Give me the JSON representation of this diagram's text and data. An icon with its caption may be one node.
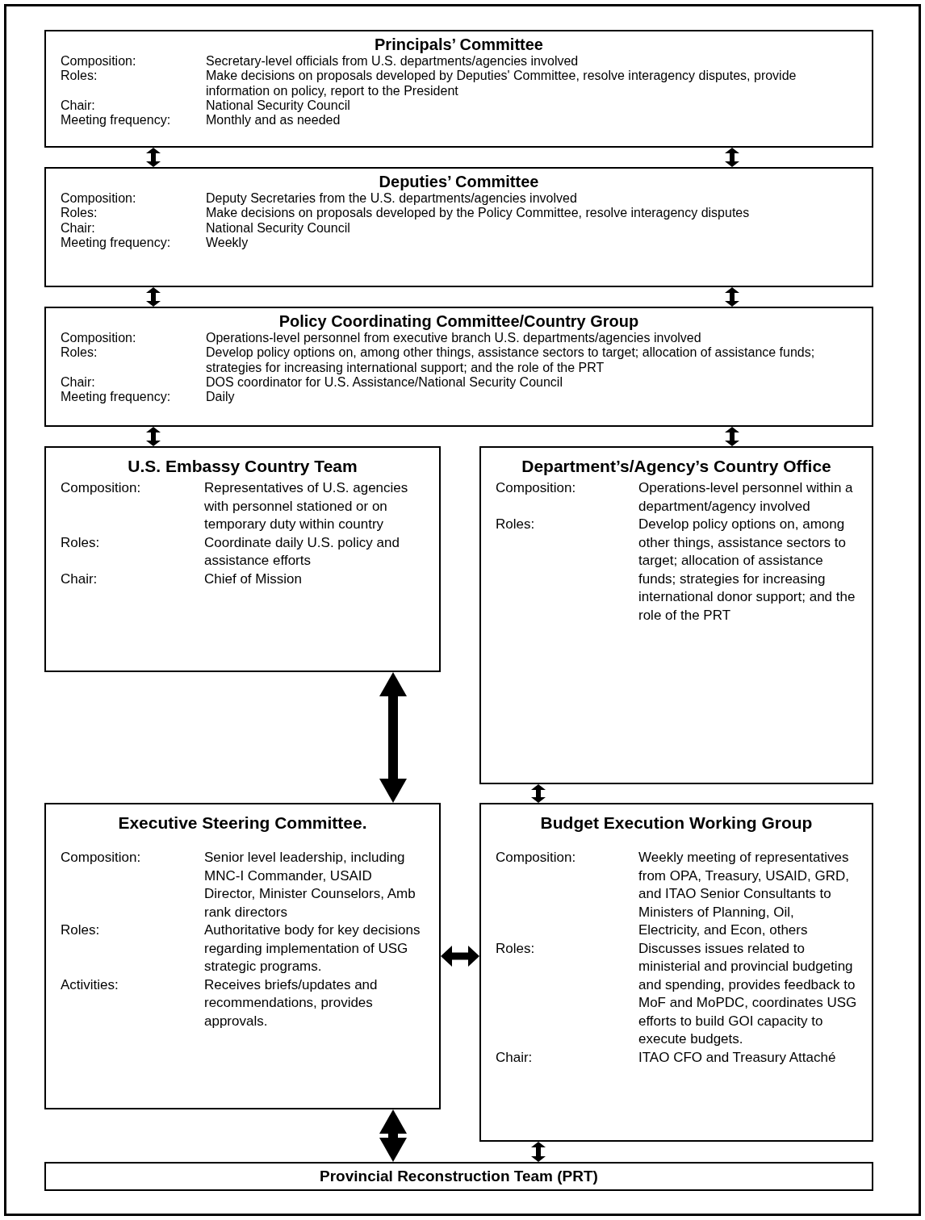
{
  "diagram": {
    "nodes": [
      {
        "text": [
          "Principals’ Committee",
          "Composition:",
          "Secretary-level officials from U.S. departments/agencies involved",
          "Roles:",
          "Make decisions on proposals developed by Deputies' Committee, resolve interagency disputes, provide information on policy, report to the President",
          "Chair:",
          "National Security Council",
          "Meeting frequency:",
          "Monthly and as needed"
        ]
      },
      {
        "text": [
          "Deputies’ Committee",
          "Composition:",
          "Deputy Secretaries from the U.S. departments/agencies involved",
          "Roles:",
          "Make decisions on proposals developed by the Policy Committee, resolve interagency disputes",
          "Chair:",
          "National Security Council",
          "Meeting frequency:",
          "Weekly"
        ]
      },
      {
        "text": [
          "Policy Coordinating Committee/Country Group",
          "Composition:",
          "Operations-level personnel from executive branch U.S. departments/agencies involved",
          "Roles:",
          "Develop policy options on, among other things, assistance sectors to target; allocation of assistance funds; strategies for increasing international support; and the role of the PRT",
          "Chair:",
          "DOS coordinator for U.S. Assistance/National Security Council",
          "Meeting frequency:",
          "Daily"
        ]
      },
      {
        "text": [
          "U.S. Embassy Country Team",
          "Composition:",
          "Representatives of U.S. agencies with personnel stationed or on temporary duty within country",
          "Roles:",
          "Coordinate daily U.S. policy and assistance efforts",
          "Chair:",
          "Chief of Mission"
        ]
      },
      {
        "text": [
          "Department’s/Agency’s Country Office",
          "Composition:",
          "Operations-level personnel within a department/agency involved",
          "Roles:",
          "Develop policy options on, among other things, assistance sectors to target; allocation of assistance funds; strategies for increasing international donor support; and the role of the PRT"
        ]
      },
      {
        "text": [
          "Executive Steering Committee.",
          "Composition:",
          "Senior level leadership, including MNC-I Commander, USAID Director, Minister Counselors, Amb rank directors",
          "Roles:",
          "Authoritative body for key decisions regarding implementation of USG strategic programs.",
          "Activities:",
          "Receives briefs/updates and recommendations, provides approvals."
        ]
      },
      {
        "text": [
          "Budget Execution Working Group",
          "Composition:",
          "Weekly meeting of representatives from OPA, Treasury, USAID, GRD, and ITAO Senior Consultants to Ministers of Planning, Oil, Electricity, and Econ, others",
          "Roles:",
          "Discusses issues related to ministerial and provincial budgeting and spending, provides feedback to MoF and MoPDC, coordinates USG efforts to build GOI capacity to execute budgets.",
          "Chair:",
          "ITAO CFO and Treasury Attaché"
        ]
      },
      {
        "text": [
          "Provincial Reconstruction Team (PRT)"
        ]
      }
    ],
    "edges": [
      {
        "from": 0,
        "to": 1,
        "arrow": "both"
      },
      {
        "from": 0,
        "to": 1,
        "arrow": "both"
      },
      {
        "from": 1,
        "to": 2,
        "arrow": "both"
      },
      {
        "from": 1,
        "to": 2,
        "arrow": "both"
      },
      {
        "from": 2,
        "to": 3,
        "arrow": "both"
      },
      {
        "from": 2,
        "to": 4,
        "arrow": "both"
      },
      {
        "from": 3,
        "to": 5,
        "arrow": "both",
        "style": "thick"
      },
      {
        "from": 4,
        "to": 6,
        "arrow": "both"
      },
      {
        "from": 5,
        "to": 6,
        "arrow": "both"
      },
      {
        "from": 5,
        "to": 7,
        "arrow": "both",
        "style": "thick"
      },
      {
        "from": 6,
        "to": 7,
        "arrow": "both"
      }
    ]
  }
}
